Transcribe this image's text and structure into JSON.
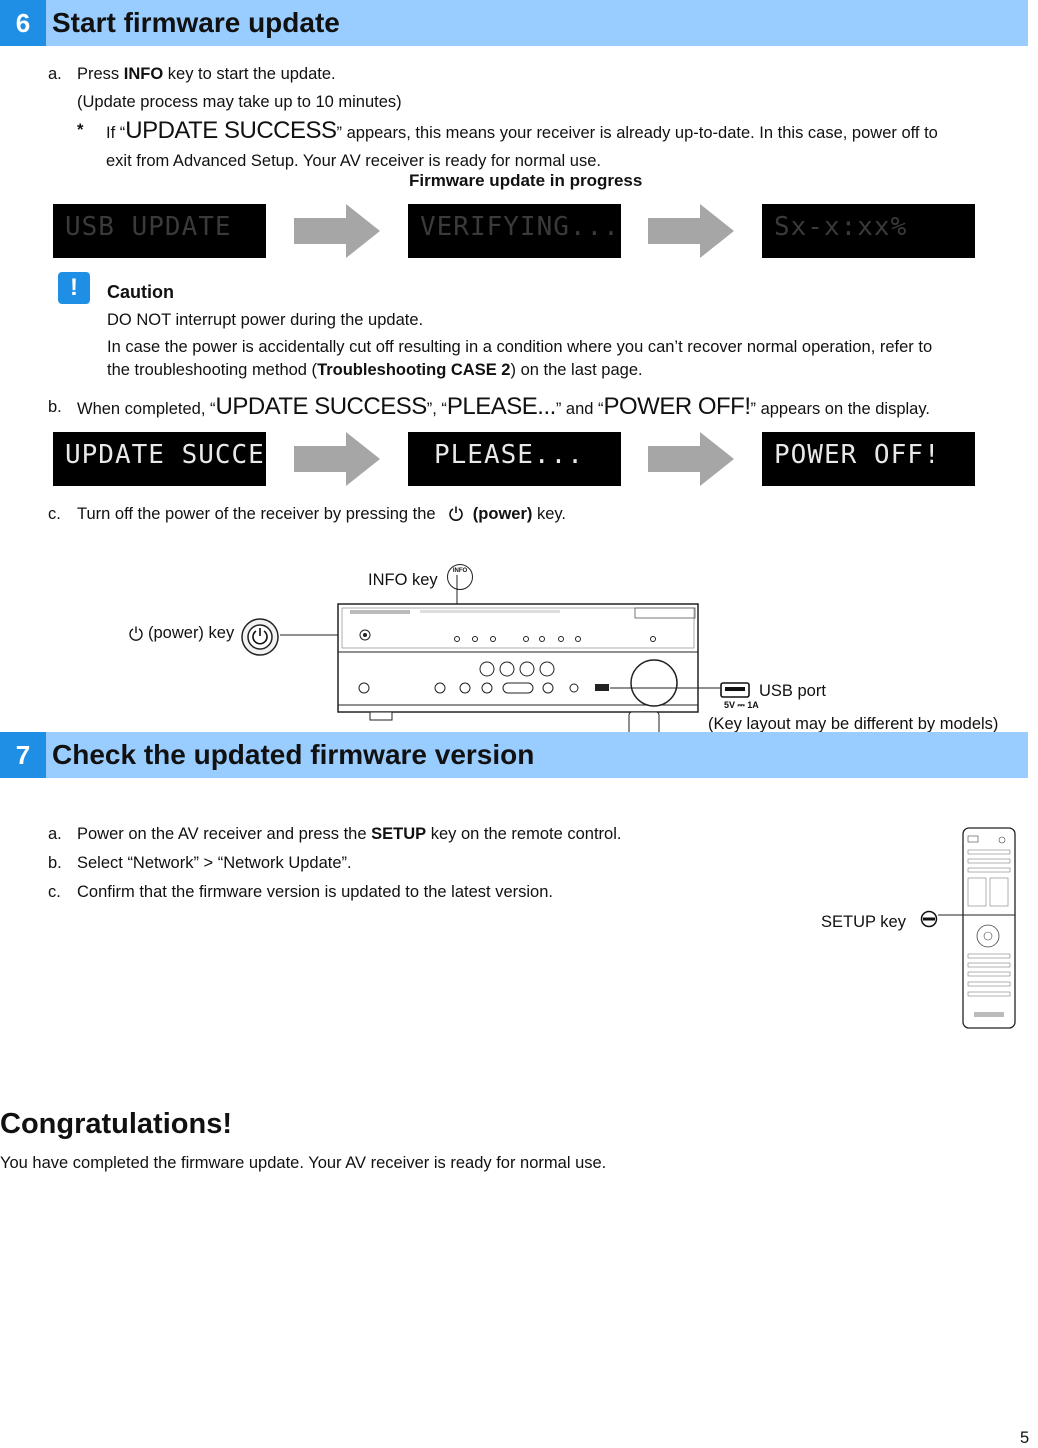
{
  "section6": {
    "number": "6",
    "title": "Start firmware update"
  },
  "step_a": {
    "marker": "a.",
    "prefix": "Press ",
    "key": "INFO",
    "suffix": " key to start the update.",
    "note": "(Update process may take up to 10 minutes)",
    "star": "*",
    "if_open": "If “",
    "if_lcd": "UPDATE SUCCESS",
    "if_close": "” appears, this means your receiver is already up-to-date. In this case, power off to",
    "if_line2": "exit from Advanced Setup. Your AV receiver is ready for normal use."
  },
  "progress_title": "Firmware update in progress",
  "progress_displays": [
    "USB UPDATE",
    "VERIFYING...",
    "Sx-x:xx%"
  ],
  "caution": {
    "icon": "!",
    "title": "Caution",
    "line1": "DO NOT interrupt power during the update.",
    "line2": "In case the power is accidentally cut off resulting in a condition where you can’t recover normal operation, refer to",
    "line3_prefix": "the troubleshooting method (",
    "line3_bold": "Troubleshooting CASE 2",
    "line3_suffix": ") on the last page."
  },
  "step_b": {
    "marker": "b.",
    "prefix": "When completed, “",
    "lcd1": "UPDATE SUCCESS",
    "mid1": "”, “",
    "lcd2": "PLEASE...",
    "mid2": "” and “",
    "lcd3": "POWER OFF!",
    "suffix": "” appears on the display."
  },
  "completion_displays": [
    "UPDATE SUCCESS",
    "PLEASE...",
    "POWER OFF!"
  ],
  "step_c": {
    "marker": "c.",
    "prefix": "Turn off the power of the receiver by pressing the ",
    "key": "(power)",
    "suffix": " key."
  },
  "receiver_figure": {
    "info_key_label": "INFO key",
    "info_badge": "INFO",
    "power_key_label": "(power) key",
    "usb_port_label": "USB port",
    "usb_rating": "5V ⎓ 1A",
    "note": "(Key layout may be different by models)"
  },
  "section7": {
    "number": "7",
    "title": "Check the updated firmware version"
  },
  "step7": {
    "a_marker": "a.",
    "a_prefix": "Power on the AV receiver and press the ",
    "a_key": "SETUP",
    "a_suffix": " key on the remote control.",
    "b_marker": "b.",
    "b_text": "Select “Network” > “Network Update”.",
    "c_marker": "c.",
    "c_text": "Confirm that the firmware version is updated to the latest version.",
    "setup_key_label": "SETUP key"
  },
  "congrats": {
    "title": "Congratulations!",
    "text": "You have completed the firmware update. Your AV receiver is ready for normal use."
  },
  "page_number": "5",
  "colors": {
    "section_bar": "#99ccff",
    "section_number_bg": "#1f8fe6",
    "arrow": "#a6a6a6",
    "display_bg": "#000000"
  }
}
